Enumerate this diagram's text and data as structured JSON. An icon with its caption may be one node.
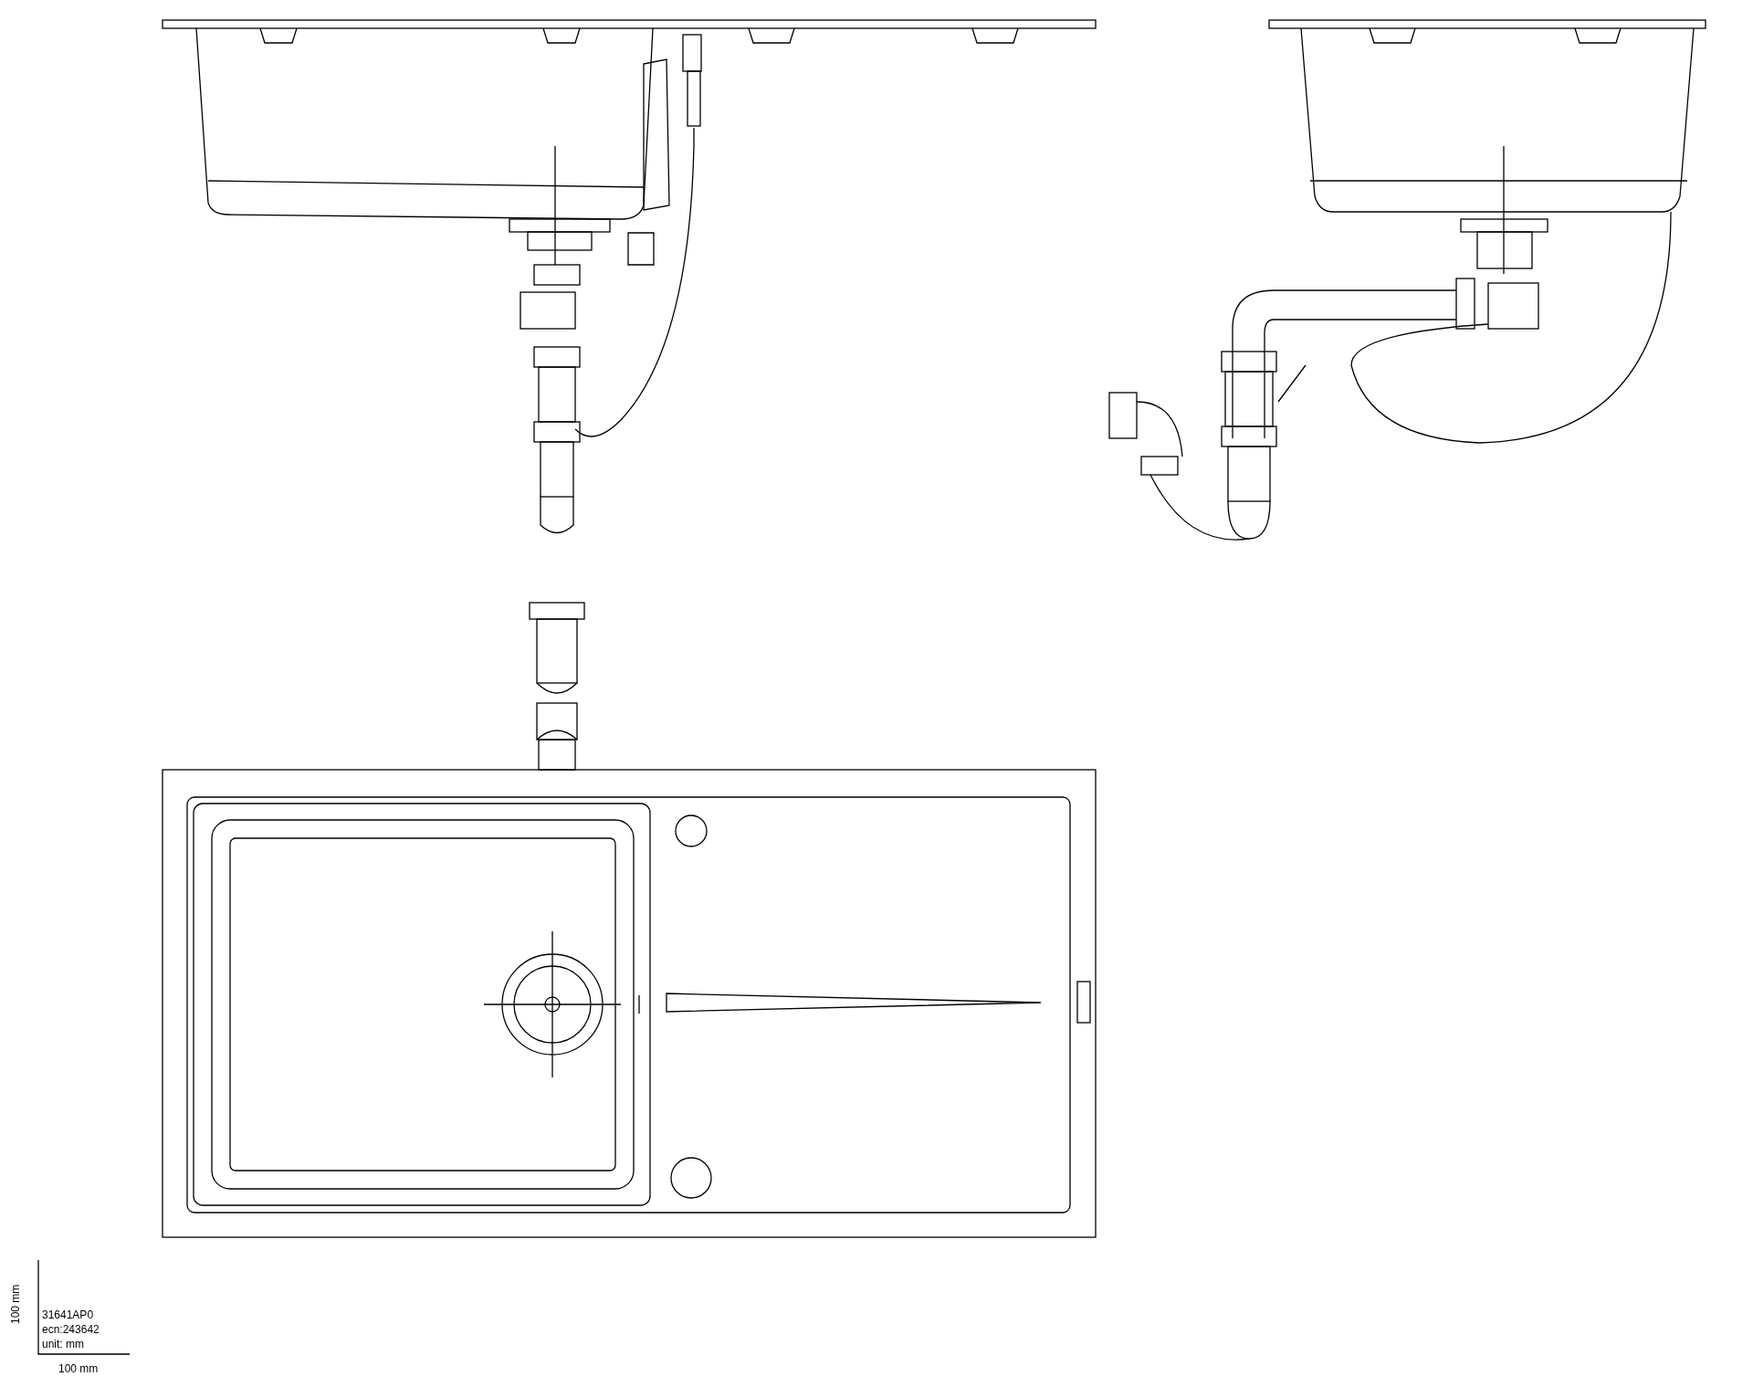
{
  "diagram": {
    "labels": [
      "100 mm",
      "31641AP0",
      "ecn:243642",
      "unit: mm",
      "100 mm"
    ]
  }
}
